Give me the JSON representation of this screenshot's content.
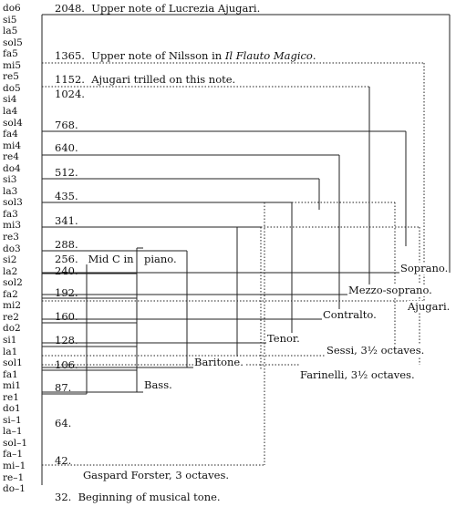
{
  "notes": [
    "do6",
    "si5",
    "la5",
    "sol5",
    "fa5",
    "mi5",
    "re5",
    "do5",
    "si4",
    "la4",
    "sol4",
    "fa4",
    "mi4",
    "re4",
    "do4",
    "si3",
    "la3",
    "sol3",
    "fa3",
    "mi3",
    "re3",
    "do3",
    "si2",
    "la2",
    "sol2",
    "fa2",
    "mi2",
    "re2",
    "do2",
    "si1",
    "la1",
    "sol1",
    "fa1",
    "mi1",
    "re1",
    "do1",
    "si–1",
    "la–1",
    "sol–1",
    "fa–1",
    "mi–1",
    "re–1",
    "do–1"
  ],
  "frequencies": [
    {
      "value": "2048.",
      "text": "Upper note of Lucrezia Ajugari."
    },
    {
      "value": "1365.",
      "text": "Upper note of Nilsson in ",
      "text_italic": "Il Flauto Magico",
      "text_after": "."
    },
    {
      "value": "1152.",
      "text": "Ajugari trilled on this note."
    },
    {
      "value": "1024.",
      "text": ""
    },
    {
      "value": "768.",
      "text": ""
    },
    {
      "value": "640.",
      "text": ""
    },
    {
      "value": "512.",
      "text": ""
    },
    {
      "value": "435.",
      "text": ""
    },
    {
      "value": "341.",
      "text": ""
    },
    {
      "value": "288.",
      "text": ""
    },
    {
      "value": "256.",
      "text": "Mid C in"
    },
    {
      "value": "240.",
      "text": ""
    },
    {
      "value": "192.",
      "text": ""
    },
    {
      "value": "160.",
      "text": ""
    },
    {
      "value": "128.",
      "text": ""
    },
    {
      "value": "106.",
      "text": ""
    },
    {
      "value": "87.",
      "text": ""
    },
    {
      "value": "64.",
      "text": ""
    },
    {
      "value": "42.",
      "text": ""
    },
    {
      "value": "32.",
      "text": "Beginning of musical tone."
    }
  ],
  "ranges": {
    "soprano": "Soprano.",
    "mezzo": "Mezzo-soprano.",
    "ajugari": "Ajugari.",
    "contralto": "Contralto.",
    "sessi": "Sessi, 3½ octaves.",
    "tenor": "Tenor.",
    "baritone": "Baritone.",
    "farinelli": "Farinelli, 3½ octaves.",
    "piano": "piano.",
    "bass": "Bass.",
    "forster": "Gaspard Forster, 3 octaves."
  }
}
